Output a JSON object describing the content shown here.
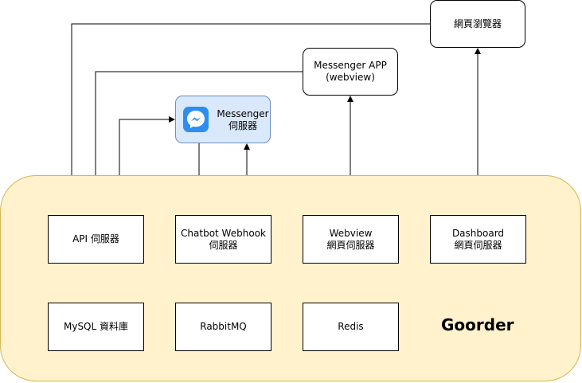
{
  "group": {
    "title": "Goorder",
    "fill": "#fff2cc",
    "stroke": "#d6b656"
  },
  "nodes": {
    "browser": {
      "lines": [
        "網頁瀏覽器"
      ]
    },
    "messenger_app": {
      "lines": [
        "Messenger APP",
        "(webview)"
      ]
    },
    "messenger_server": {
      "lines": [
        "Messenger",
        "伺服器"
      ],
      "fill": "#dae8fc",
      "stroke": "#6c8ebf",
      "icon": "messenger-icon"
    },
    "api_server": {
      "lines": [
        "API 伺服器"
      ]
    },
    "chatbot_webhook": {
      "lines": [
        "Chatbot Webhook",
        "伺服器"
      ]
    },
    "webview": {
      "lines": [
        "Webview",
        "網頁伺服器"
      ]
    },
    "dashboard": {
      "lines": [
        "Dashboard",
        "網頁伺服器"
      ]
    },
    "mysql": {
      "lines": [
        "MySQL 資料庫"
      ]
    },
    "rabbitmq": {
      "lines": [
        "RabbitMQ"
      ]
    },
    "redis": {
      "lines": [
        "Redis"
      ]
    }
  }
}
